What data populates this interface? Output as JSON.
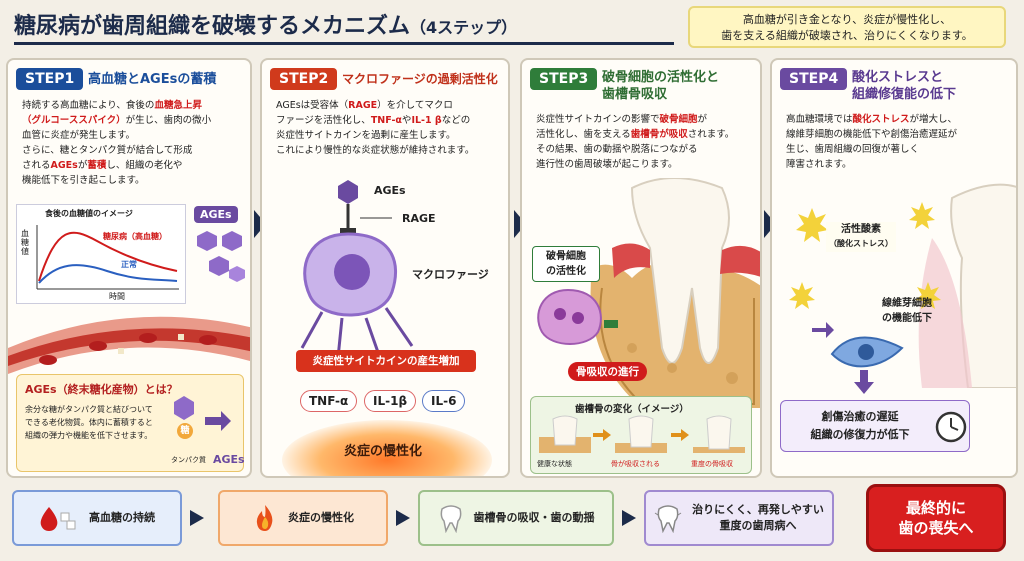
{
  "header": {
    "title_main": "糖尿病が歯周組織を破壊するメカニズム",
    "title_sub": "（4ステップ）",
    "summary_line1": "高血糖が引き金となり、炎症が慢性化し、",
    "summary_line2": "歯を支える組織が破壊され、治りにくくなります。"
  },
  "colors": {
    "navy": "#1c2b4a",
    "step1": "#1b4e9b",
    "step2": "#d03a1c",
    "step3": "#2f7d3a",
    "step4": "#6a4aa0",
    "red": "#d01b1b"
  },
  "step1": {
    "badge": "STEP1",
    "title": "高血糖とAGEsの蓄積",
    "text": [
      [
        "持続する高血糖により、食後の",
        "血糖急上昇",
        ""
      ],
      [
        "（グルコーススパイク）",
        "",
        "が生じ、歯肉の微小"
      ],
      [
        "",
        "",
        "血管に炎症が発生します。"
      ],
      [
        "",
        "",
        "さらに、糖とタンパク質が結合して形成"
      ],
      [
        "される",
        "AGEs",
        "が"
      ],
      [
        "",
        "",
        "機能低下を引き起こします。"
      ]
    ],
    "line5_red2": "蓄積",
    "line5_end": "し、組織の老化や",
    "graph_title": "食後の血糖値のイメージ",
    "graph_ylabel": "血糖値",
    "graph_xlabel": "時間",
    "graph_label_high": "糖尿病（高血糖）",
    "graph_label_normal": "正常",
    "ages_tag": "AGEs",
    "info_title": "AGEs（終末糖化産物）とは？",
    "info_line1": "余分な糖がタンパク質と結びついて",
    "info_line2": "できる老化物質。体内に蓄積すると",
    "info_line3": "組織の弾力や機能を低下させます。",
    "info_sugar": "糖",
    "info_protein": "タンパク質",
    "info_ages": "AGEs"
  },
  "step2": {
    "badge": "STEP2",
    "title": "マクロファージの過剰活性化",
    "line1": "AGEsは受容体（",
    "line1_red": "RAGE",
    "line1_end": "）を介してマクロ",
    "line2": "ファージを活性化し、",
    "line2_red1": "TNF-α",
    "line2_mid": "や",
    "line2_red2": "IL-1 β",
    "line2_end": "などの",
    "line3": "炎症性サイトカインを過剰に産生します。",
    "line4": "これにより慢性的な炎症状態が維持されます。",
    "label_ages": "AGEs",
    "label_rage": "RAGE",
    "label_macro": "マクロファージ",
    "cytokine_banner": "炎症性サイトカインの産生増加",
    "pills": [
      "TNF-α",
      "IL-1β",
      "IL-6"
    ],
    "bottom": "炎症の慢性化"
  },
  "step3": {
    "badge": "STEP3",
    "title_line1": "破骨細胞の活性化と",
    "title_line2": "歯槽骨吸収",
    "line1": "炎症性サイトカインの影響で",
    "line1_red": "破骨細胞",
    "line1_end": "が",
    "line2": "活性化し、歯を支える",
    "line2_red": "歯槽骨が吸収",
    "line2_end": "されます。",
    "line3": "その結果、歯の動揺や脱落につながる",
    "line4": "進行性の歯周破壊が起こります。",
    "osteo_label1": "破骨細胞",
    "osteo_label2": "の活性化",
    "resorption": "骨吸収の進行",
    "change_title": "歯槽骨の変化（イメージ）",
    "stages": [
      "健康な状態",
      "骨が吸収される",
      "重度の骨吸収"
    ]
  },
  "step4": {
    "badge": "STEP4",
    "title_line1": "酸化ストレスと",
    "title_line2": "組織修復能の低下",
    "line1": "高血糖環境では",
    "line1_red": "酸化ストレス",
    "line1_end": "が増大し、",
    "line2": "線維芽細胞の機能低下や創傷治癒遅延が",
    "line3": "生じ、歯周組織の回復が著しく",
    "line4": "障害されます。",
    "ros_label1": "活性酸素",
    "ros_label2": "（酸化ストレス）",
    "fibro_label1": "線維芽細胞",
    "fibro_label2": "の機能低下",
    "delay_line1": "創傷治癒の遅延",
    "delay_line2": "組織の修復力が低下"
  },
  "bottom": {
    "box1": "高血糖の持続",
    "box2": "炎症の慢性化",
    "box3": "歯槽骨の吸収・歯の動揺",
    "box4_line1": "治りにくく、再発しやすい",
    "box4_line2": "重度の歯周病へ",
    "final_line1": "最終的に",
    "final_line2": "歯の喪失へ"
  }
}
